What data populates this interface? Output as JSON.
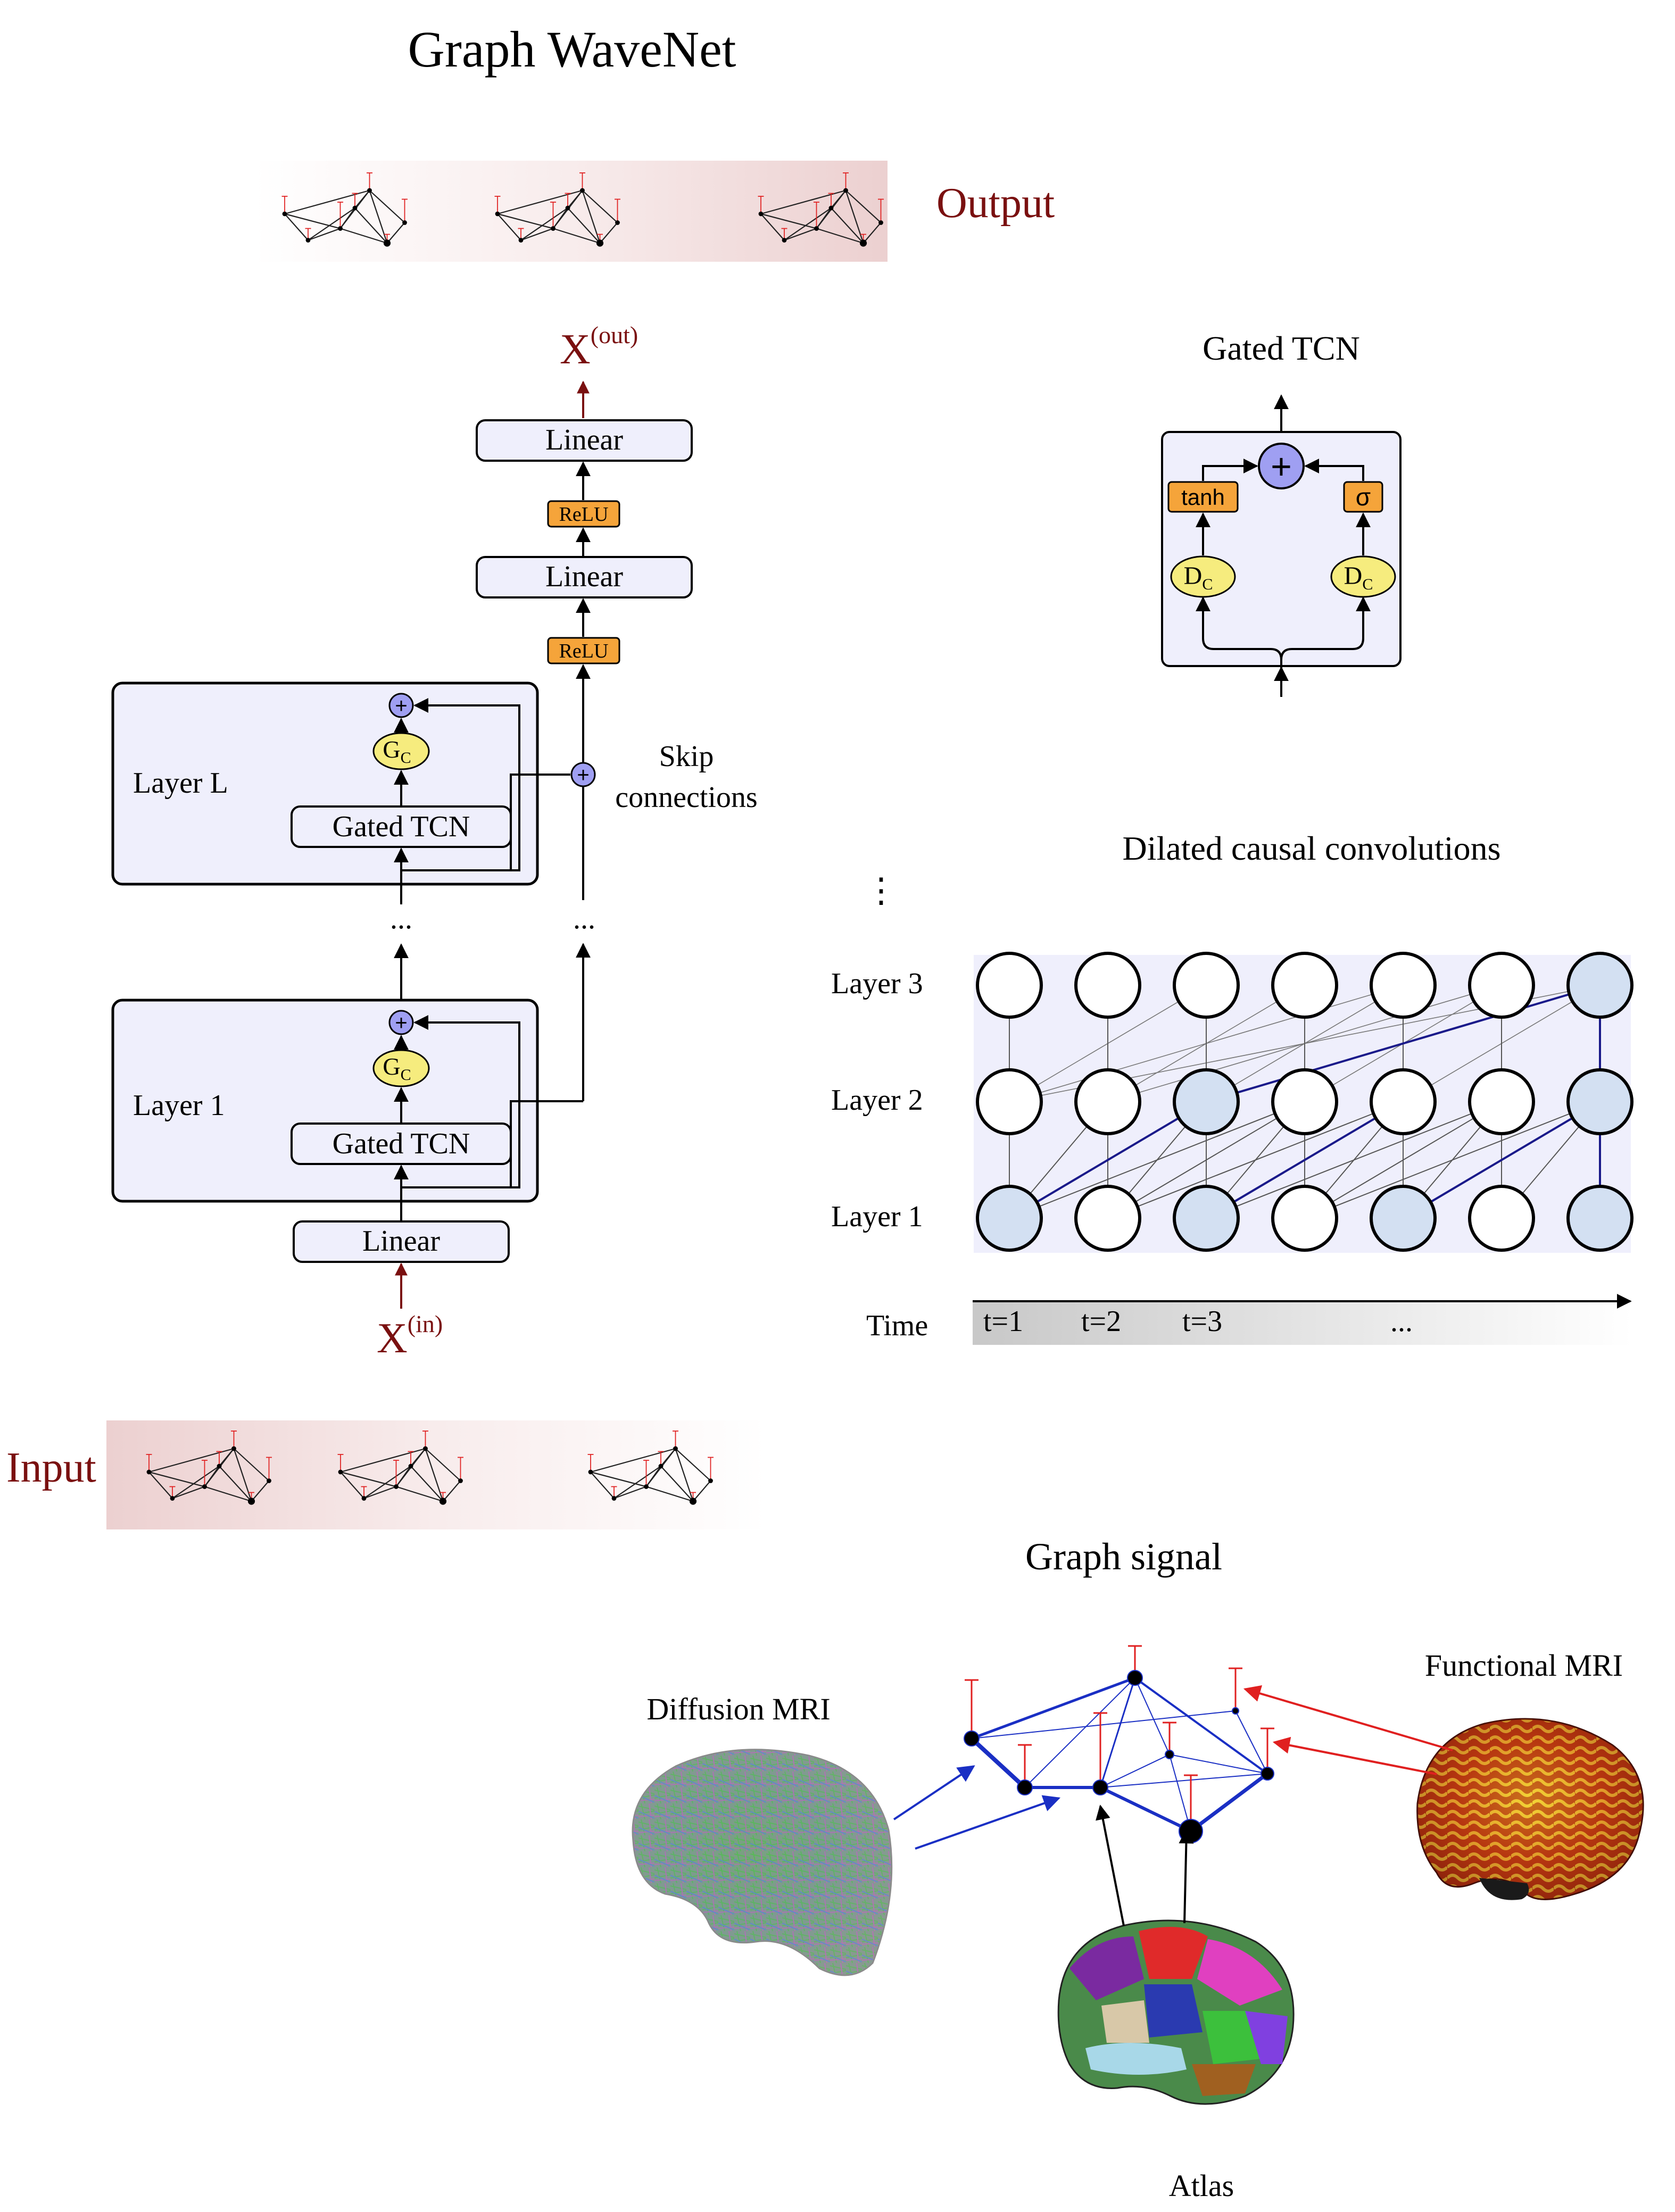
{
  "title": "Graph WaveNet",
  "labels": {
    "output": "Output",
    "input": "Input",
    "x_out_base": "X",
    "x_out_sup": "(out)",
    "x_in_base": "X",
    "x_in_sup": "(in)",
    "linear": "Linear",
    "relu": "ReLU",
    "gated_tcn": "Gated TCN",
    "gc_base": "G",
    "gc_sub": "C",
    "plus": "+",
    "layer_l": "Layer L",
    "layer_1": "Layer 1",
    "skip_line1": "Skip",
    "skip_line2": "connections",
    "ellipsis": "...",
    "vdots": "⋮"
  },
  "gated_tcn_panel": {
    "title": "Gated TCN",
    "tanh": "tanh",
    "sigma": "σ",
    "dc_base": "D",
    "dc_sub": "C",
    "plus": "+"
  },
  "dilated_panel": {
    "title": "Dilated causal convolutions",
    "layer_labels": [
      "Layer 3",
      "Layer 2",
      "Layer 1"
    ],
    "time_label": "Time",
    "time_ticks": [
      "t=1",
      "t=2",
      "t=3"
    ],
    "time_more": "..."
  },
  "graph_signal": {
    "title": "Graph signal",
    "diffusion": "Diffusion MRI",
    "functional": "Functional MRI",
    "atlas": "Atlas"
  },
  "colors": {
    "dark_red": "#7a1010",
    "box_fill": "#efeffc",
    "relu_fill": "#f5a43a",
    "gc_fill": "#f6ec7e",
    "plus_fill": "#9f9ff2",
    "node_highlight": "#d3e0f2",
    "graph_blue": "#1a2fc4",
    "signal_red": "#e02020"
  }
}
